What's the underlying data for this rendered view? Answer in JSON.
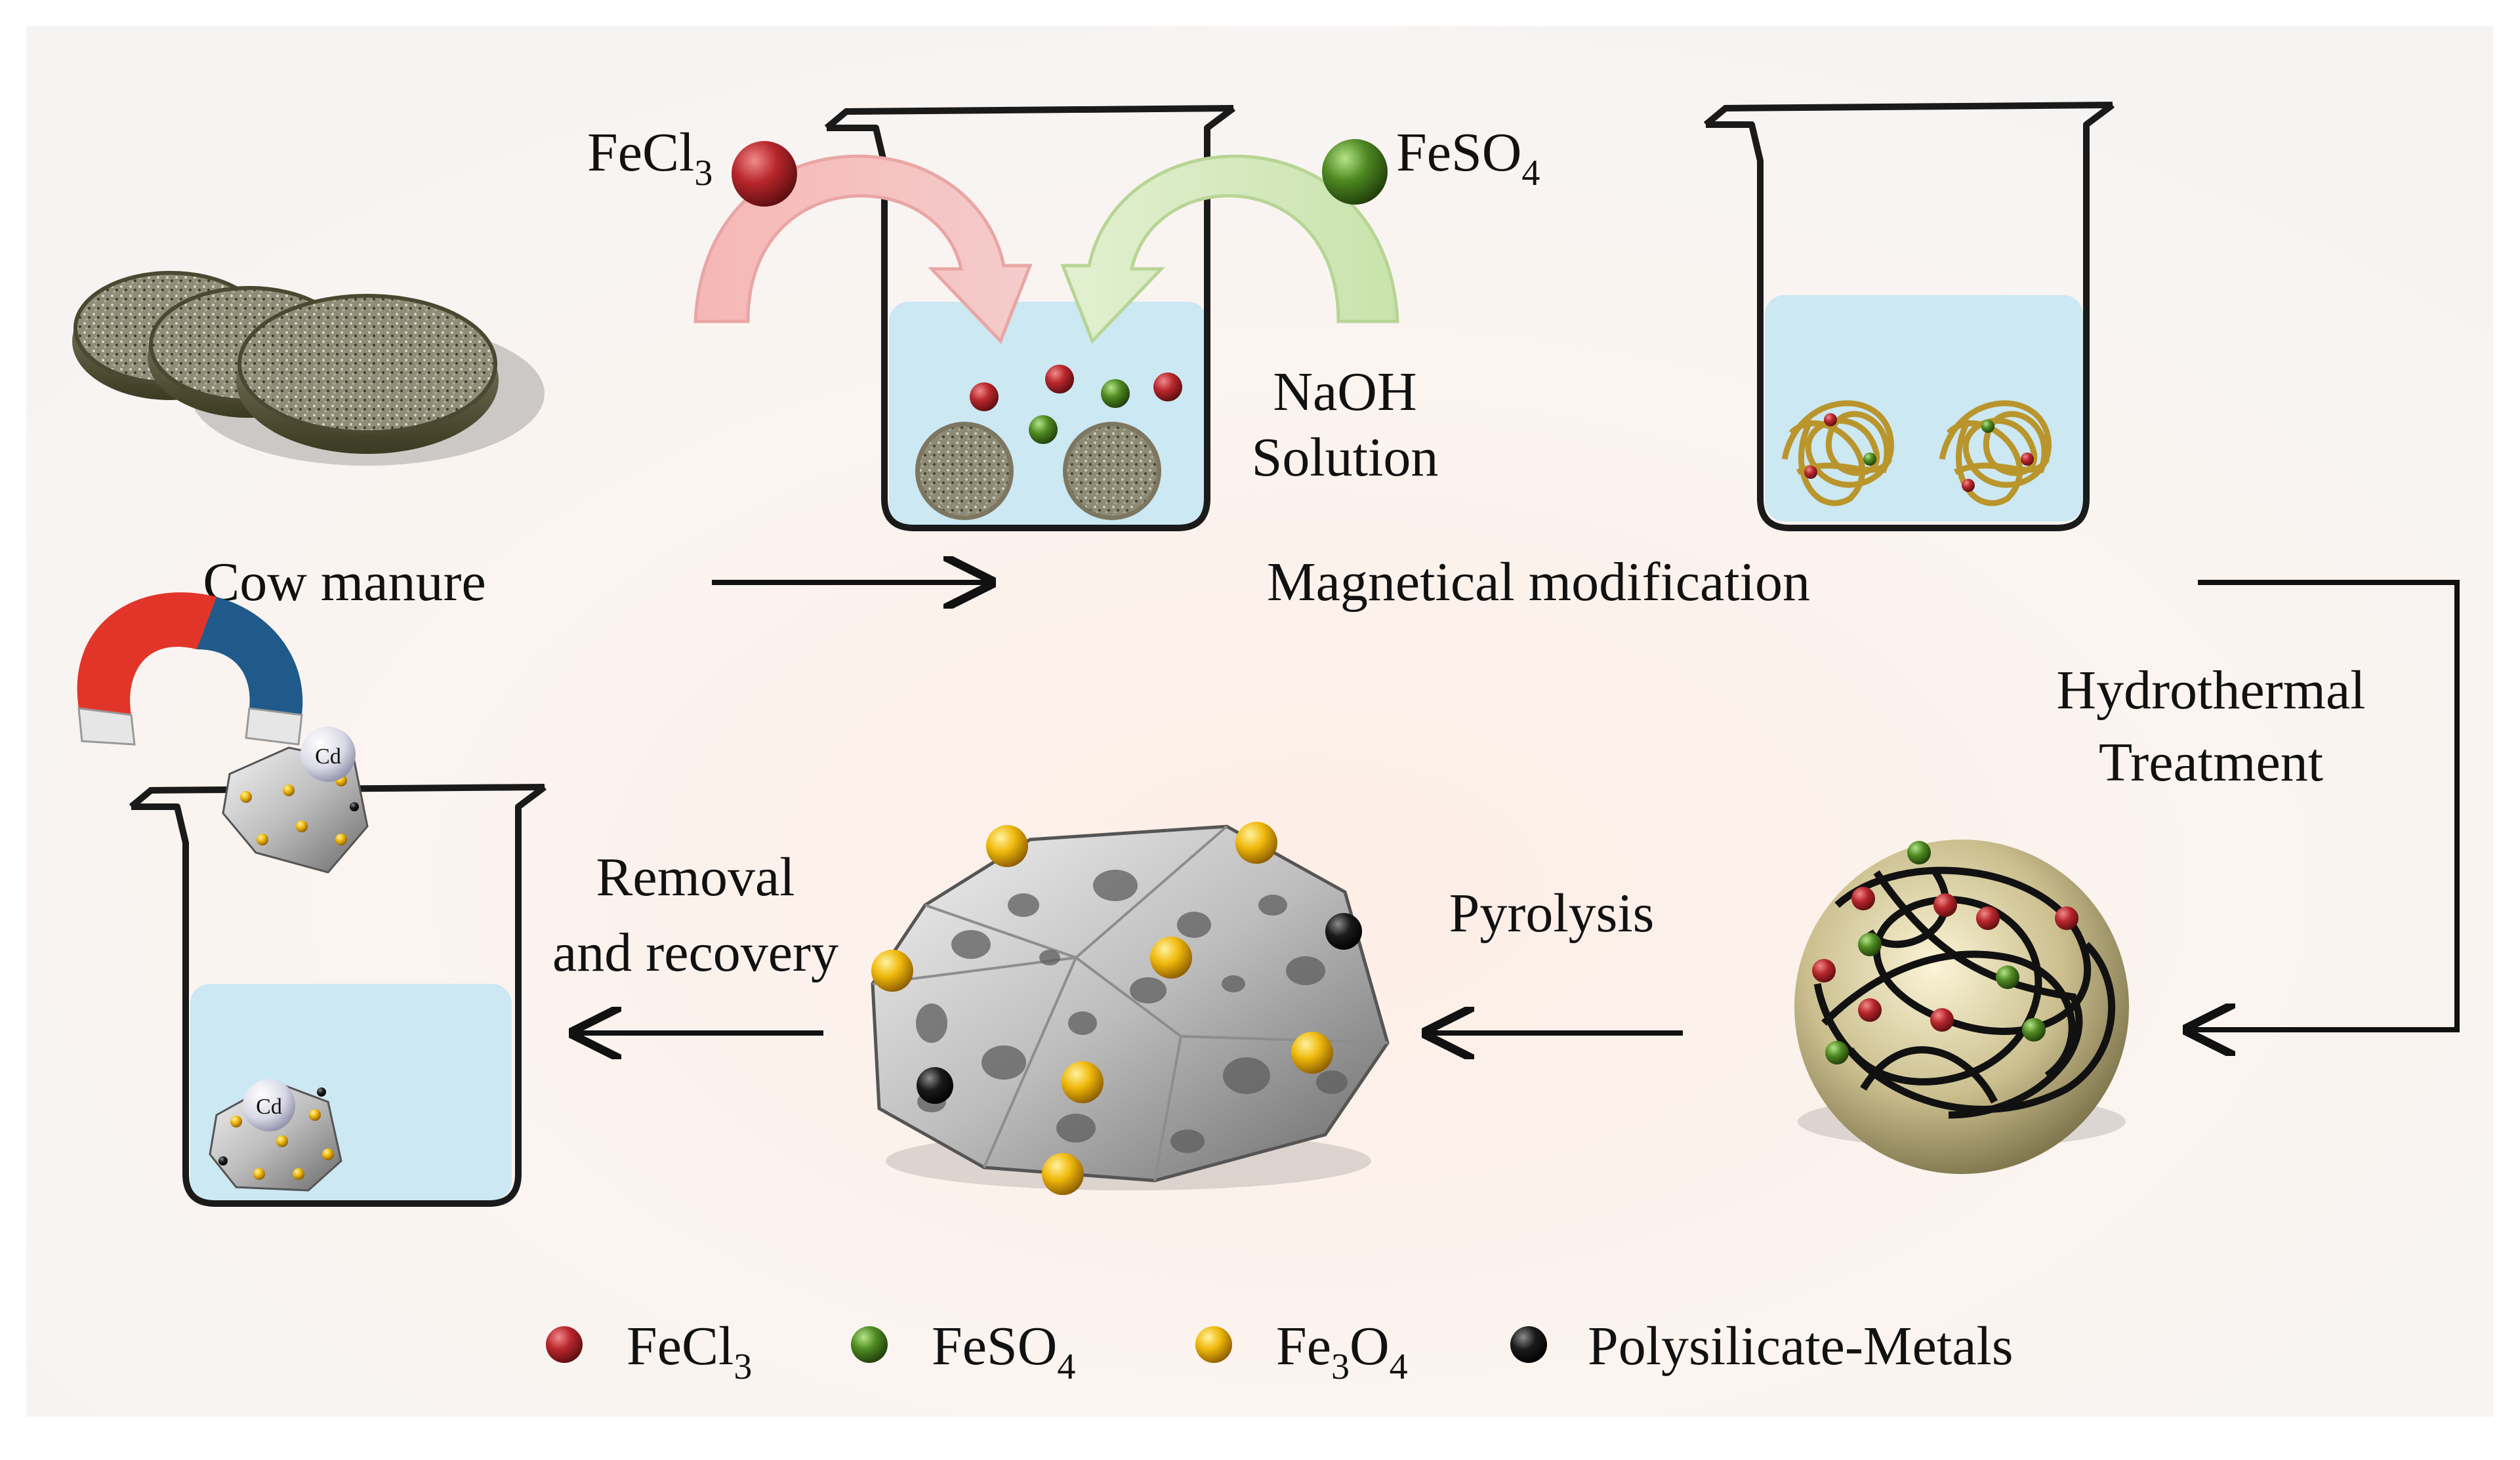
{
  "labels": {
    "fecl3_top": "FeCl",
    "fecl3_top_sub": "3",
    "feso4_top": "FeSO",
    "feso4_top_sub": "4",
    "naoh_line1": "NaOH",
    "naoh_line2": "Solution",
    "cow_manure": "Cow manure",
    "magnetical_modification": "Magnetical modification",
    "hydrothermal_line1": "Hydrothermal",
    "hydrothermal_line2": "Treatment",
    "pyrolysis": "Pyrolysis",
    "removal_line1": "Removal",
    "removal_line2": "and recovery",
    "cd_top": "Cd",
    "cd_bottom": "Cd"
  },
  "legend": [
    {
      "text": "FeCl",
      "sub": "3",
      "color": "#a8242a"
    },
    {
      "text": "FeSO",
      "sub": "4",
      "color": "#4f8a22"
    },
    {
      "text": "Fe",
      "sub": "3",
      "text2": "O",
      "sub2": "4",
      "color": "#f0b90c"
    },
    {
      "text": "Polysilicate-Metals",
      "sub": "",
      "color": "#1b1b1b"
    }
  ],
  "colors": {
    "fecl3": "#a8242a",
    "feso4": "#4f8a22",
    "fe3o4": "#f0b90c",
    "polysilicate": "#1b1b1b",
    "water": "#cbe8f3",
    "background": "#fbf3ef",
    "magnet_red": "#e2352a",
    "magnet_blue": "#1f5a8a"
  }
}
